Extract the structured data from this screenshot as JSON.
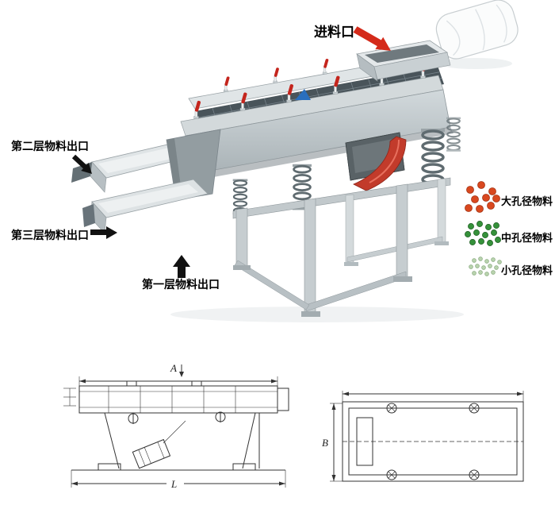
{
  "illustration": {
    "feed_label": "进料口",
    "outlet2_label": "第二层物料出口",
    "outlet3_label": "第三层物料出口",
    "outlet1_label": "第一层物料出口",
    "legend": {
      "items": [
        {
          "label": "大孔径物料",
          "color": "#d9481f"
        },
        {
          "label": "中孔径物料",
          "color": "#35913a"
        },
        {
          "label": "小孔径物料",
          "color": "#b9d3ae"
        }
      ]
    },
    "colors": {
      "clamp": "#c4251d",
      "chute": "#c23b2b",
      "feed_arrow": "#d42a1a",
      "outlet_arrow": "#111111"
    }
  },
  "drawings": {
    "side_view": {
      "dim_top": "A",
      "dim_bottom": "L"
    },
    "top_view": {
      "dim_left": "B"
    }
  }
}
